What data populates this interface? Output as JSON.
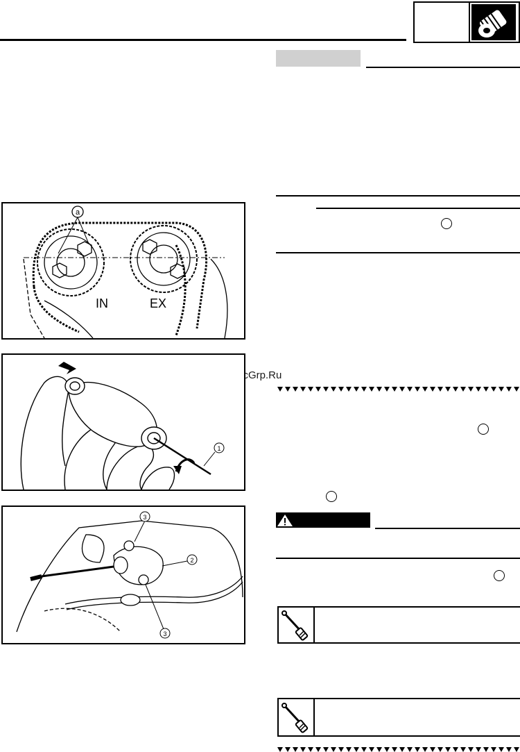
{
  "watermark": "McGrp.Ru",
  "figure_top": {
    "label_a": "a",
    "label_in": "IN",
    "label_ex": "EX"
  },
  "figure_middle": {
    "label_1": "1"
  },
  "figure_bottom": {
    "label_2": "2",
    "label_3_top": "3",
    "label_3_bottom": "3"
  },
  "icons": {
    "header_tab": "tool-roller-icon",
    "warning": "warning-triangle-icon",
    "torque_1": "torque-wrench-icon",
    "torque_2": "torque-wrench-icon"
  },
  "colors": {
    "gray_tab": "#d0d0d0",
    "ink": "#000000"
  }
}
